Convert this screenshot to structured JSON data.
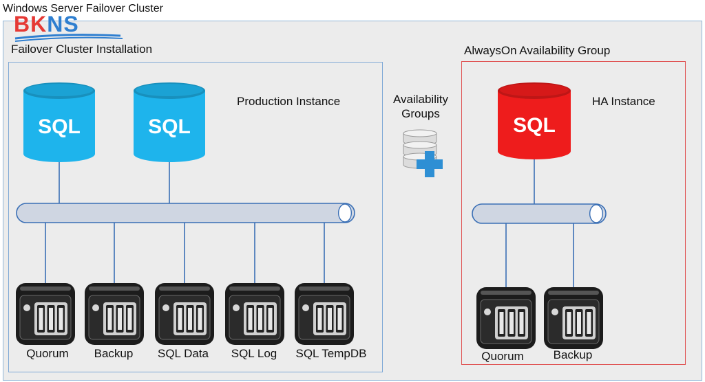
{
  "page_title": "Windows Server Failover Cluster",
  "logo": {
    "text_part1": "BK",
    "text_part2": "NS"
  },
  "failover_cluster": {
    "title": "Failover Cluster Installation",
    "instance_label": "Production Instance",
    "databases": [
      {
        "label": "SQL"
      },
      {
        "label": "SQL"
      }
    ],
    "storage": [
      {
        "label": "Quorum"
      },
      {
        "label": "Backup"
      },
      {
        "label": "SQL Data"
      },
      {
        "label": "SQL Log"
      },
      {
        "label": "SQL TempDB"
      }
    ]
  },
  "availability_groups": {
    "line1": "Availability",
    "line2": "Groups",
    "icon": "database-add-icon"
  },
  "alwayson_group": {
    "title": "AlwaysOn Availability Group",
    "instance_label": "HA Instance",
    "databases": [
      {
        "label": "SQL"
      }
    ],
    "storage": [
      {
        "label": "Quorum"
      },
      {
        "label": "Backup"
      }
    ]
  },
  "colors": {
    "production_db": "#1eb4ec",
    "ha_db": "#ee1c1c",
    "connector": "#3a6fb5",
    "bus_fill": "#cfd6e2",
    "storage_body": "#1c1c1c",
    "ag_plus": "#2e8fd4"
  }
}
